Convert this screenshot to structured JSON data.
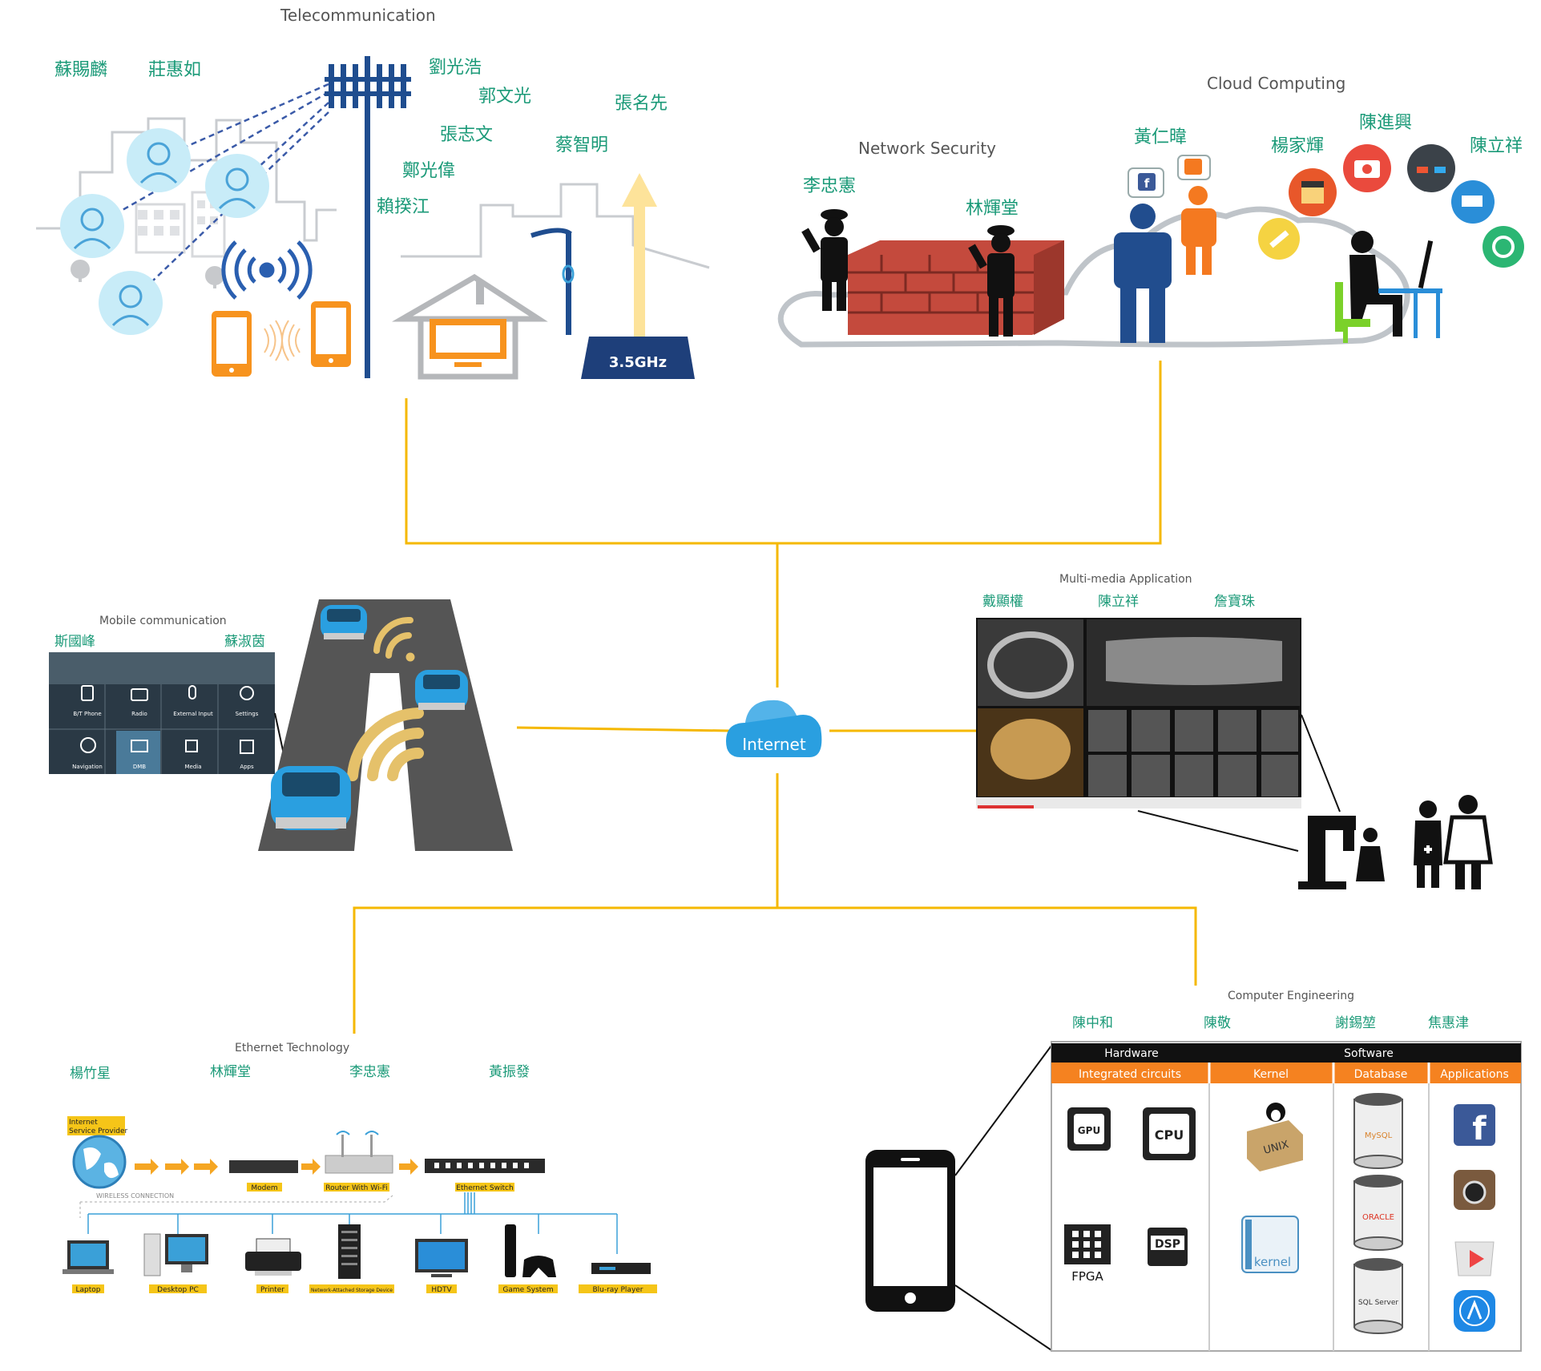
{
  "telecom": {
    "title": "Telecommunication",
    "people": [
      "蘇賜麟",
      "莊惠如",
      "劉光浩",
      "郭文光",
      "張名先",
      "張志文",
      "蔡智明",
      "鄭光偉",
      "賴揆江"
    ],
    "band_label": "3.5GHz"
  },
  "cloud": {
    "network_security_title": "Network Security",
    "cloud_computing_title": "Cloud Computing",
    "people": [
      "李忠憲",
      "林輝堂",
      "黃仁暐",
      "楊家輝",
      "陳進興",
      "陳立祥"
    ]
  },
  "center": {
    "internet_label": "Internet"
  },
  "mobile": {
    "title": "Mobile communication",
    "people": [
      "斯國峰",
      "蘇淑茵"
    ],
    "menu": [
      "B/T Phone",
      "Radio",
      "External Input",
      "Settings",
      "Navigation",
      "DMB",
      "Media",
      "Apps"
    ]
  },
  "multimedia": {
    "title": "Multi-media Application",
    "people": [
      "戴顯權",
      "陳立祥",
      "詹寶珠"
    ]
  },
  "ethernet": {
    "title": "Ethernet Technology",
    "people": [
      "楊竹星",
      "林輝堂",
      "李忠憲",
      "黃振發"
    ],
    "isp_label": [
      "Internet",
      "Service Provider"
    ],
    "wireless_label": "WIRELESS CONNECTION",
    "devices_top": [
      "Modem",
      "Router With Wi-Fi",
      "Ethernet Switch"
    ],
    "devices_bottom": [
      "Laptop",
      "Desktop PC",
      "Printer",
      "Network-Attached Storage Device",
      "HDTV",
      "Game System",
      "Blu-ray Player"
    ]
  },
  "computer": {
    "title": "Computer Engineering",
    "people": [
      "陳中和",
      "陳敬",
      "謝錫堃",
      "焦惠津"
    ],
    "header_hardware": "Hardware",
    "header_software": "Software",
    "sub_headers": [
      "Integrated circuits",
      "Kernel",
      "Database",
      "Applications"
    ],
    "chips": [
      "GPU",
      "CPU",
      "FPGA",
      "DSP"
    ],
    "kernel_items": [
      "UNIX",
      "kernel"
    ],
    "databases": [
      "MySQL",
      "ORACLE",
      "SQL Server"
    ]
  },
  "colors": {
    "connector": "#f5b800",
    "label_green": "#1b9a78",
    "title_gray": "#555555",
    "orange_header": "#f58220",
    "cloud_blue": "#1a9ad6"
  }
}
